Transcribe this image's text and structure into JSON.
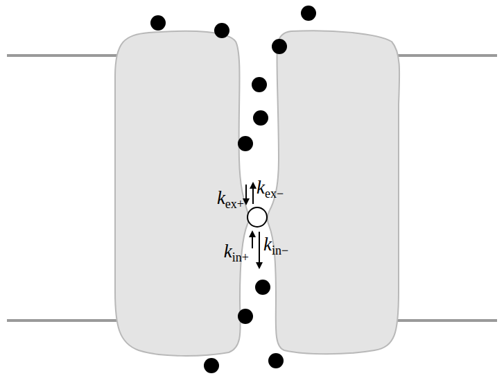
{
  "diagram": {
    "labels": [
      "kex+",
      "kex−",
      "kin+",
      "kin−"
    ]
  }
}
